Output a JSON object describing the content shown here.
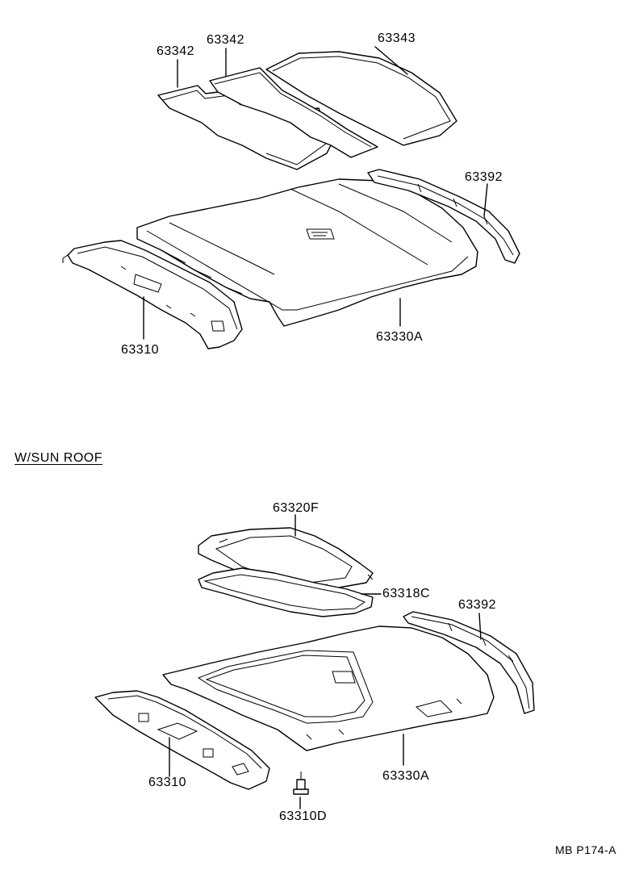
{
  "labels": {
    "top": {
      "pad_left": "63342",
      "pad_mid": "63342",
      "pad_rear": "63343",
      "rail": "63392",
      "front_trim": "63310",
      "headliner": "63330A"
    },
    "sunroof": {
      "section_title": "W/SUN ROOF",
      "frame": "63320F",
      "seal": "63318C",
      "rail": "63392",
      "front_trim": "63310",
      "headliner": "63330A",
      "clip": "63310D"
    },
    "drawing_code": "MB P174-A"
  },
  "colors": {
    "line": "#000000",
    "background": "#ffffff"
  }
}
